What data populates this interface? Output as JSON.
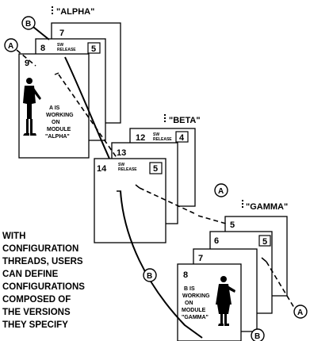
{
  "groups": {
    "alpha": {
      "name": "\"ALPHA\"",
      "cards": [
        "7",
        "8",
        "9"
      ],
      "release_label": "SW\nRELEASE",
      "release_number": "5",
      "note_lines": [
        "A IS",
        "WORKING",
        "ON",
        "MODULE",
        "\"ALPHA\""
      ]
    },
    "beta": {
      "name": "\"BETA\"",
      "cards": [
        "12",
        "13",
        "14"
      ],
      "release_top_label": "SW\nRELEASE",
      "release_top_number": "4",
      "release_label": "SW\nRELEASE",
      "release_number": "5"
    },
    "gamma": {
      "name": "\"GAMMA\"",
      "cards": [
        "5",
        "6",
        "7",
        "8"
      ],
      "release_number": "5",
      "note_lines": [
        "B IS",
        "WORKING",
        "ON",
        "MODULE",
        "\"GAMMA\""
      ]
    }
  },
  "markers": {
    "a": "A",
    "b": "B"
  },
  "caption_lines": [
    "WITH",
    "CONFIGURATION",
    "THREADS, USERS",
    "CAN DEFINE",
    "CONFIGURATIONS",
    "COMPOSED OF",
    "THE VERSIONS",
    "THEY SPECIFY"
  ]
}
